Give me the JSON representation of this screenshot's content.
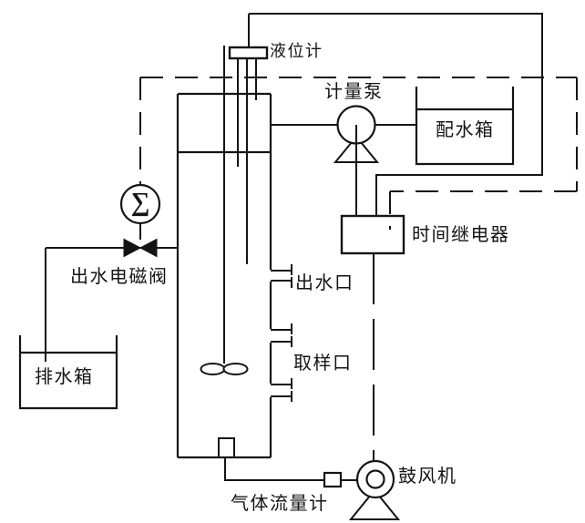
{
  "colors": {
    "line": "#141414",
    "background": "#ffffff"
  },
  "labels": {
    "level_gauge": "液位计",
    "metering_pump": "计量泵",
    "feed_water_tank": "配水箱",
    "time_relay": "时间继电器",
    "outlet_solenoid_valve": "出水电磁阀",
    "water_outlet": "出水口",
    "sampling_port": "取样口",
    "drain_tank": "排水箱",
    "blower": "鼓风机",
    "gas_flow_meter": "气体流量计"
  },
  "symbols": {
    "totalizer_sigma": "∑"
  },
  "line_styles": {
    "pipe": "solid",
    "control_signal": "dashed"
  }
}
